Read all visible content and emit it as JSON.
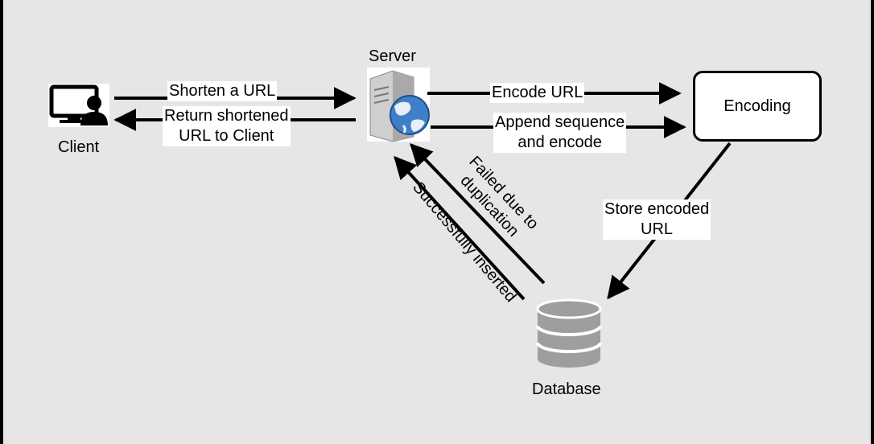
{
  "nodes": {
    "client": "Client",
    "server": "Server",
    "encoding": "Encoding",
    "database": "Database"
  },
  "edges": {
    "shorten": "Shorten a URL",
    "return_line1": "Return shortened",
    "return_line2": "URL to Client",
    "encode": "Encode URL",
    "append_line1": "Append sequence",
    "append_line2": "and encode",
    "store_line1": "Store encoded",
    "store_line2": "URL",
    "failed_line1": "Failed due to",
    "failed_line2": "duplication",
    "success": "Successfully inserted"
  },
  "colors": {
    "background": "#e6e6e6",
    "stroke": "#000000",
    "database_fill": "#9e9e9e"
  },
  "icons": {
    "client": "computer-user-icon",
    "server": "web-server-icon",
    "database": "database-cylinder-icon"
  }
}
